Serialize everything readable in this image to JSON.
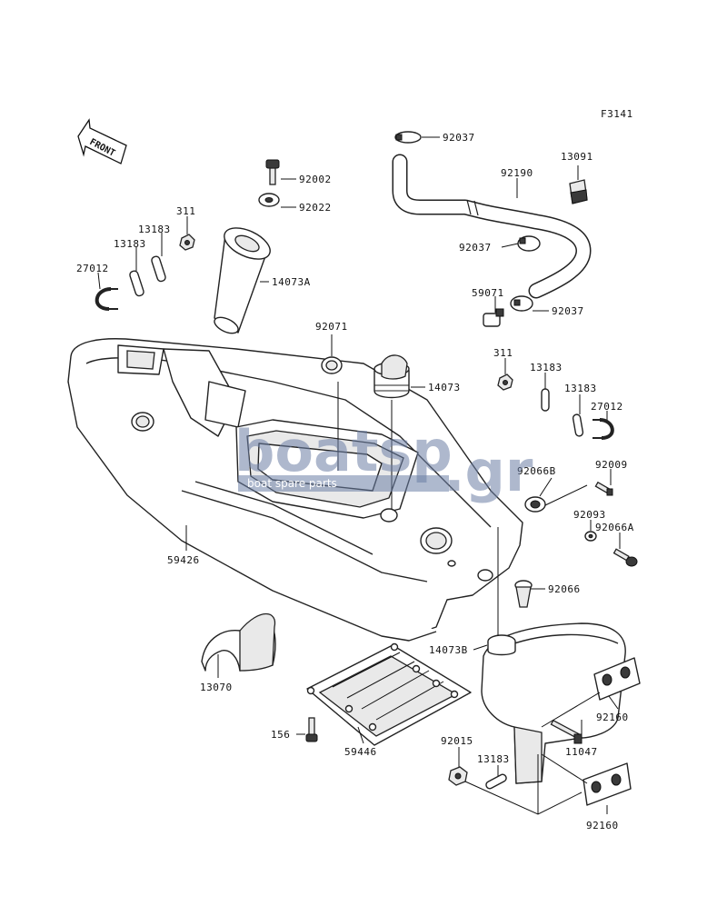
{
  "figure_code": "F3141",
  "front_arrow": "FRONT",
  "watermark": {
    "brand": "boatsp",
    "tld": ".gr",
    "tagline": "boat spare parts"
  },
  "parts": [
    {
      "id": "92037-a",
      "label": "92037"
    },
    {
      "id": "92002",
      "label": "92002"
    },
    {
      "id": "92190",
      "label": "92190"
    },
    {
      "id": "13091",
      "label": "13091"
    },
    {
      "id": "92022",
      "label": "92022"
    },
    {
      "id": "311-a",
      "label": "311"
    },
    {
      "id": "13183-a",
      "label": "13183"
    },
    {
      "id": "13183-b",
      "label": "13183"
    },
    {
      "id": "92037-b",
      "label": "92037"
    },
    {
      "id": "27012-a",
      "label": "27012"
    },
    {
      "id": "14073A",
      "label": "14073A"
    },
    {
      "id": "59071",
      "label": "59071"
    },
    {
      "id": "92037-c",
      "label": "92037"
    },
    {
      "id": "92071",
      "label": "92071"
    },
    {
      "id": "311-b",
      "label": "311"
    },
    {
      "id": "13183-c",
      "label": "13183"
    },
    {
      "id": "14073",
      "label": "14073"
    },
    {
      "id": "13183-d",
      "label": "13183"
    },
    {
      "id": "27012-b",
      "label": "27012"
    },
    {
      "id": "92066B",
      "label": "92066B"
    },
    {
      "id": "92009",
      "label": "92009"
    },
    {
      "id": "92093",
      "label": "92093"
    },
    {
      "id": "92066A",
      "label": "92066A"
    },
    {
      "id": "59426",
      "label": "59426"
    },
    {
      "id": "92066",
      "label": "92066"
    },
    {
      "id": "14073B",
      "label": "14073B"
    },
    {
      "id": "13070",
      "label": "13070"
    },
    {
      "id": "92160-a",
      "label": "92160"
    },
    {
      "id": "11047",
      "label": "11047"
    },
    {
      "id": "156",
      "label": "156"
    },
    {
      "id": "59446",
      "label": "59446"
    },
    {
      "id": "92015",
      "label": "92015"
    },
    {
      "id": "13183-e",
      "label": "13183"
    },
    {
      "id": "92160-b",
      "label": "92160"
    }
  ]
}
